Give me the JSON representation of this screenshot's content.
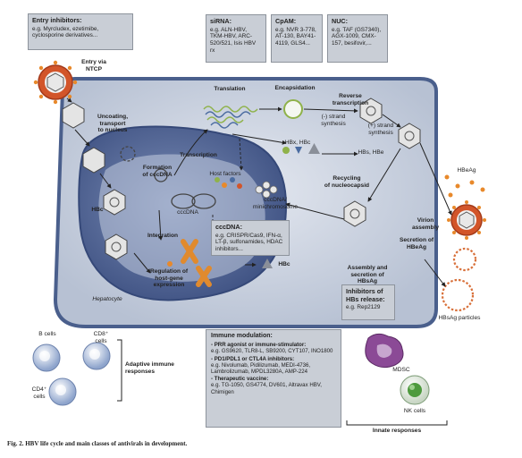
{
  "boxes": {
    "entry_inhibitors": {
      "title": "Entry inhibitors:",
      "body": "e.g. Myrcludex, ezetimibe, cyclosporine derivatives..."
    },
    "sirna": {
      "title": "siRNA:",
      "body": "e.g. ALN-HBV, TKM-HBV, ARC-520/521, Isis HBV rx"
    },
    "cpam": {
      "title": "CpAM:",
      "body": "e.g. NVR 3-778, AT-130, BAY41-4119, GLS4..."
    },
    "nuc": {
      "title": "NUC:",
      "body": "e.g. TAF (GS7340), AGX-1009, CMX-157, besifovir,..."
    },
    "cccdna": {
      "title": "cccDNA:",
      "body": "e.g. CRISPR/Cas9, IFN-α, LT-β, sulfonamides, HDAC inhibitors..."
    },
    "hbs_release": {
      "title": "Inhibitors of HBs release:",
      "body": "e.g. Rep2129"
    }
  },
  "immune": {
    "title": "Immune modulation:",
    "items": [
      {
        "head": "- PRR agonist or immune-stimulator:",
        "body": "e.g. GS9620, TLR8-L, SB9200, CYT107, INO1800"
      },
      {
        "head": "- PD1/PDL1 or CTL4A inhibitors:",
        "body": "e.g. Nivolumab, Pidilizumab, MEDI-4736, Lambrolizumab, MPDL3280A, AMP-224"
      },
      {
        "head": "- Therapeutic vaccine:",
        "body": "e.g. TG-1050, GS4774, DV601, Altravax HBV, Chimigen"
      }
    ]
  },
  "labels": {
    "entry": "Entry via\nNTCP",
    "uncoating": "Uncoating,\ntransport\nto nucleus",
    "formation": "Formation\nof cccDNA",
    "transcription": "Transcription",
    "translation": "Translation",
    "encapsidation": "Encapsidation",
    "reverse": "Reverse\ntranscription",
    "minus_strand": "(-) strand\nsynthesis",
    "plus_strand": "(+) strand\nsynthesis",
    "hbx_hbc": "HBx, HBc",
    "hbs_hbe": "HBs, HBe",
    "host_factors": "Host factors",
    "cccdna_node": "cccDNA",
    "minichromosome": "cccDNA/\nminichromosome",
    "recycling": "Recycling\nof nucleocapsid",
    "hbc1": "HBc",
    "hbc2": "HBc",
    "integration": "Integration",
    "regulation": "Regulation of\nhost-gene\nexpression",
    "hepatocyte": "Hepatocyte",
    "hbeag": "HBeAg",
    "virion": "Virion\nassembly",
    "secretion": "Secretion of\nHBeAg",
    "assembly": "Assembly and\nsecretion of\nHBsAg",
    "hbsag_particles": "HBsAg particles",
    "b_cells": "B cells",
    "cd8": "CD8⁺\ncells",
    "cd4": "CD4⁺\ncells",
    "adaptive": "Adaptive immune\nresponses",
    "mdsc": "MDSC",
    "nk": "NK cells",
    "innate": "Innate responses"
  },
  "caption": "Fig. 2. HBV life cycle and main classes of antivirals in development.",
  "colors": {
    "cell_fill": "#c8d0de",
    "cell_border": "#4a5f8c",
    "nucleus": "#5c6f9c",
    "box_fill": "#c9ced6",
    "virion_red": "#d2552a",
    "virion_dot": "#e8892b",
    "hbsag_orange": "#d8703a",
    "rna_green": "#8fb24a",
    "rna_blue": "#4a6ba0",
    "chromosome": "#e08a2e",
    "mdsc_purple": "#7a3a85",
    "nk_green": "#4e9a3e",
    "immune_cell": "#9fb3d6"
  }
}
